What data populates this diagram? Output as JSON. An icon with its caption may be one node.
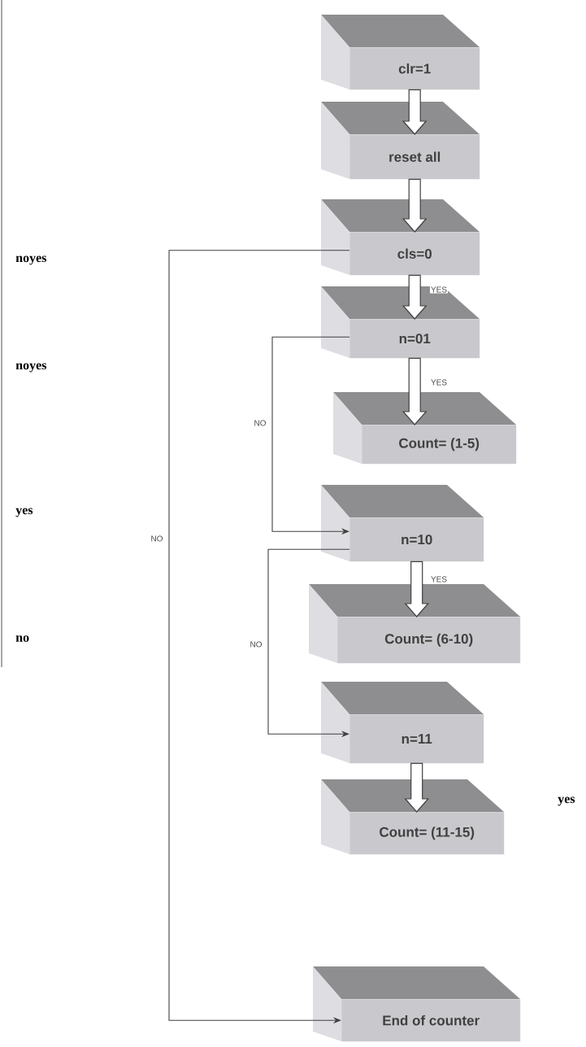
{
  "diagram": {
    "nodes": [
      {
        "text": [
          "clr=1"
        ]
      },
      {
        "text": [
          "reset all"
        ]
      },
      {
        "text": [
          "cls=0"
        ]
      },
      {
        "text": [
          "n=01"
        ]
      },
      {
        "text": [
          "Count= (1-5)"
        ]
      },
      {
        "text": [
          "n=10"
        ]
      },
      {
        "text": [
          "Count= (6-10)"
        ]
      },
      {
        "text": [
          "n=11"
        ]
      },
      {
        "text": [
          "Count= (11-15)"
        ]
      },
      {
        "text": [
          "End of counter"
        ]
      }
    ],
    "edges": [
      {
        "from": 0,
        "to": 1,
        "arrow": "to",
        "style": "thick"
      },
      {
        "from": 1,
        "to": 2,
        "arrow": "to",
        "style": "thick"
      },
      {
        "from": 2,
        "to": 3,
        "arrow": "to",
        "style": "thick",
        "label": "YES"
      },
      {
        "from": 3,
        "to": 4,
        "arrow": "to",
        "style": "thick",
        "label": "YES"
      },
      {
        "from": 3,
        "to": 5,
        "arrow": "to",
        "label": "NO"
      },
      {
        "from": 5,
        "to": 6,
        "arrow": "to",
        "style": "thick",
        "label": "YES"
      },
      {
        "from": 5,
        "to": 7,
        "arrow": "to",
        "label": "NO"
      },
      {
        "from": 7,
        "to": 8,
        "arrow": "to",
        "style": "thick"
      },
      {
        "from": 2,
        "to": 9,
        "arrow": "to",
        "label": "NO"
      }
    ],
    "labels": [
      "noyes",
      "noyes",
      "yes",
      "no",
      "yes"
    ]
  }
}
